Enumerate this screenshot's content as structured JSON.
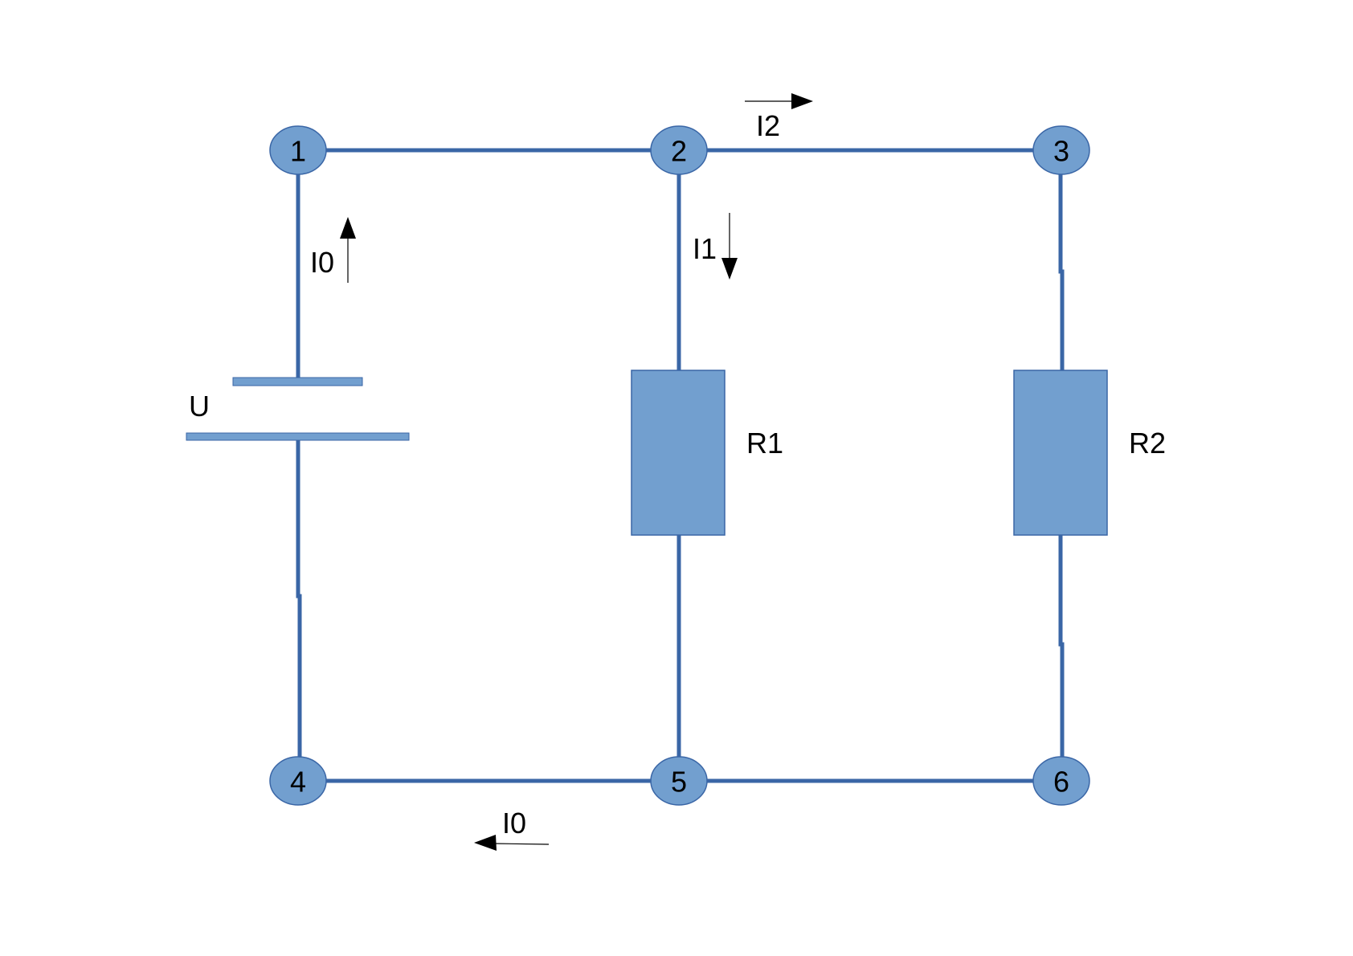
{
  "nodes": [
    {
      "id": "1",
      "label": "1"
    },
    {
      "id": "2",
      "label": "2"
    },
    {
      "id": "3",
      "label": "3"
    },
    {
      "id": "4",
      "label": "4"
    },
    {
      "id": "5",
      "label": "5"
    },
    {
      "id": "6",
      "label": "6"
    }
  ],
  "components": {
    "source": {
      "label": "U"
    },
    "r1": {
      "label": "R1"
    },
    "r2": {
      "label": "R2"
    }
  },
  "currents": {
    "i0_left": {
      "label": "I0",
      "direction": "up"
    },
    "i1": {
      "label": "I1",
      "direction": "down"
    },
    "i2": {
      "label": "I2",
      "direction": "right"
    },
    "i0_bottom": {
      "label": "I0",
      "direction": "left"
    }
  },
  "colors": {
    "wire": "#3a66a6",
    "fill": "#729fcf",
    "arrow": "#000000",
    "background": "#ffffff"
  }
}
